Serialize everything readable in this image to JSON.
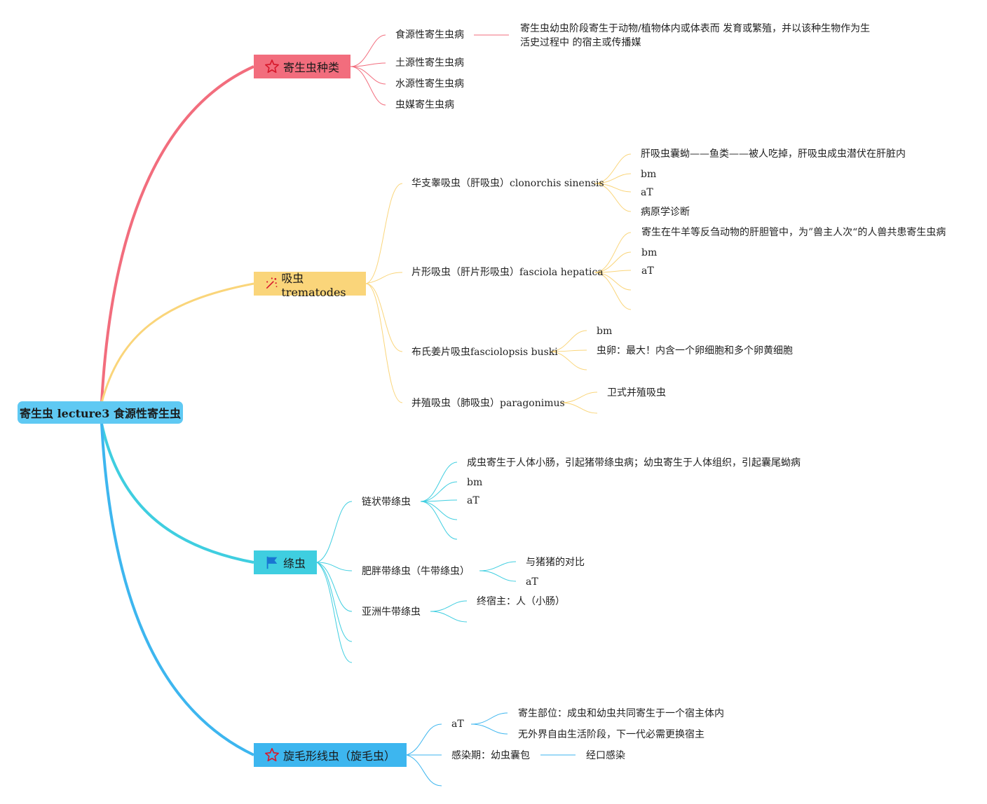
{
  "root": "寄生虫 lecture3 食源性寄生虫",
  "colors": {
    "root": "#5fc9f3",
    "branch1": "#f26d7d",
    "branch2": "#fad57a",
    "branch3": "#3fcee0",
    "branch4": "#3db6ef"
  },
  "branch1": {
    "label": "寄生虫种类",
    "icon": "star-icon",
    "items": [
      "食源性寄生虫病",
      "土源性寄生虫病",
      "水源性寄生虫病",
      "虫媒寄生虫病"
    ],
    "note": "寄生虫幼虫阶段寄生于动物/植物体内或体表而 发育或繁殖，并以该种生物作为生活史过程中 的宿主或传播媒"
  },
  "branch2": {
    "label": "吸虫trematodes",
    "icon": "sparkle-icon",
    "items": [
      {
        "label": "华支睾吸虫（肝吸虫）clonorchis sinensis",
        "children": [
          "肝吸虫囊蚴——鱼类——被人吃掉，肝吸虫成虫潜伏在肝脏内",
          "bm",
          "aT",
          "病原学诊断"
        ]
      },
      {
        "label": "片形吸虫（肝片形吸虫）fasciola hepatica",
        "children": [
          "寄生在牛羊等反刍动物的肝胆管中，为”兽主人次“的人兽共患寄生虫病",
          "bm",
          "aT"
        ]
      },
      {
        "label": "布氏姜片吸虫fasciolopsis buski",
        "children": [
          "bm",
          "虫卵：最大！内含一个卵细胞和多个卵黄细胞"
        ]
      },
      {
        "label": "并殖吸虫（肺吸虫）paragonimus",
        "children": [
          "卫式并殖吸虫"
        ]
      }
    ]
  },
  "branch3": {
    "label": "绦虫",
    "icon": "flag-icon",
    "items": [
      {
        "label": "链状带绦虫",
        "children": [
          "成虫寄生于人体小肠，引起猪带绦虫病；幼虫寄生于人体组织，引起囊尾蚴病",
          "bm",
          "aT"
        ]
      },
      {
        "label": "肥胖带绦虫（牛带绦虫）",
        "children": [
          "与猪猪的对比",
          "aT"
        ]
      },
      {
        "label": "亚洲牛带绦虫",
        "children": [
          "终宿主：人（小肠）"
        ]
      }
    ]
  },
  "branch4": {
    "label": "旋毛形线虫（旋毛虫）",
    "icon": "star-icon",
    "items": [
      {
        "label": "aT",
        "children": [
          "寄生部位：成虫和幼虫共同寄生于一个宿主体内",
          "无外界自由生活阶段，下一代必需更换宿主"
        ]
      },
      {
        "label": "感染期：幼虫囊包",
        "children": [
          "经口感染"
        ]
      }
    ]
  }
}
